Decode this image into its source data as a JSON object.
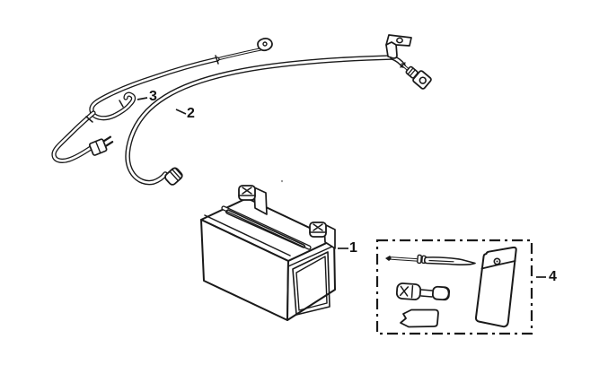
{
  "diagram": {
    "background_color": "#ffffff",
    "line_color": "#1a1a1a",
    "callouts": [
      {
        "label": "1"
      },
      {
        "label": "2"
      },
      {
        "label": "3"
      },
      {
        "label": "4"
      }
    ]
  }
}
